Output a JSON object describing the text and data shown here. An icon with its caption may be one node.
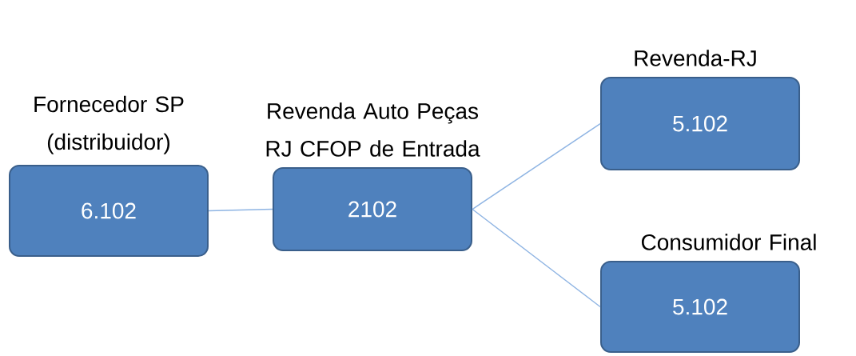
{
  "diagram": {
    "nodes": [
      {
        "text": [
          "Fornecedor SP (distribuidor)",
          "6.102"
        ]
      },
      {
        "text": [
          "Revenda Auto Peças RJ CFOP de Entrada",
          "2102"
        ]
      },
      {
        "text": [
          "Revenda-RJ",
          "5.102"
        ]
      },
      {
        "text": [
          "Consumidor Final",
          "5.102"
        ]
      }
    ],
    "edges": [
      {
        "from": 0,
        "to": 1,
        "arrow": "none"
      },
      {
        "from": 1,
        "to": 2,
        "arrow": "none"
      },
      {
        "from": 1,
        "to": 3,
        "arrow": "none"
      }
    ]
  }
}
